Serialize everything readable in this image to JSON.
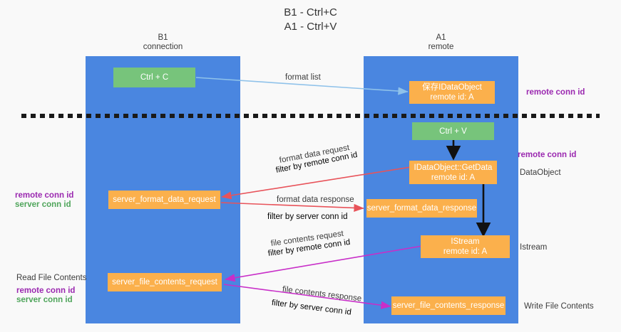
{
  "title": {
    "line1": "B1 - Ctrl+C",
    "line2": "A1 - Ctrl+V"
  },
  "columns": [
    {
      "name": "B1",
      "sub": "connection"
    },
    {
      "name": "A1",
      "sub": "remote"
    }
  ],
  "nodes": {
    "ctrl_c": {
      "line1": "Ctrl + C"
    },
    "save_dataobject": {
      "line1": "保存IDataObject",
      "line2": "remote id: A"
    },
    "ctrl_v": {
      "line1": "Ctrl + V"
    },
    "getdata": {
      "line1": "IDataObject::GetData",
      "line2": "remote id: A"
    },
    "server_format_data_request": {
      "line1": "server_format_data_request"
    },
    "server_format_data_response": {
      "line1": "server_format_data_response"
    },
    "istream": {
      "line1": "IStream",
      "line2": "remote id: A"
    },
    "server_file_contents_request": {
      "line1": "server_file_contents_request"
    },
    "server_file_contents_response": {
      "line1": "server_file_contents_response"
    }
  },
  "edge_labels": {
    "format_list": "format list",
    "format_data_request": "format data request",
    "format_data_request_filter_prefix": "filter by ",
    "format_data_request_filter_key": "remote conn id",
    "format_data_response": "format data response",
    "format_data_response_filter_prefix": "filter by ",
    "format_data_response_filter_key": "server conn id",
    "file_contents_request": "file contents request",
    "file_contents_request_filter_prefix": "filter by ",
    "file_contents_request_filter_key": "remote conn id",
    "file_contents_response": "file contents response",
    "file_contents_response_filter_prefix": "filter by ",
    "file_contents_response_filter_key": "server conn id"
  },
  "side_labels": {
    "right_top_remote_conn_id": "remote conn id",
    "right_mid_remote_conn_id": "remote conn id",
    "dataobject": "DataObject",
    "istream": "Istream",
    "write_file_contents": "Write File Contents",
    "read_file_contents": "Read File Contents",
    "left_remote_conn_id_1": "remote conn id",
    "left_server_conn_id_1": "server conn id",
    "left_remote_conn_id_2": "remote conn id",
    "left_server_conn_id_2": "server conn id"
  },
  "colors": {
    "lane": "#4a86e0",
    "green_node": "#77c47b",
    "orange_node": "#fbb04c",
    "red_edge": "#e8535a",
    "magenta_edge": "#c82ec8",
    "blue_edge": "#8fc2ea",
    "black_edge": "#111111",
    "purple_text": "#9b29b0",
    "green_text": "#4fa55b",
    "background": "#f9f9f9"
  }
}
